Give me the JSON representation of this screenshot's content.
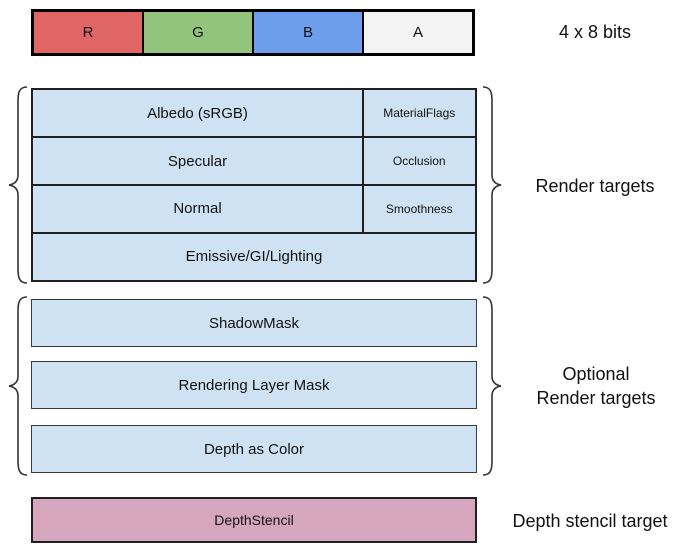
{
  "bit_bar": {
    "cells": [
      {
        "label": "R",
        "color": "#e06666"
      },
      {
        "label": "G",
        "color": "#93c47d"
      },
      {
        "label": "B",
        "color": "#6d9eeb"
      },
      {
        "label": "A",
        "color": "#f3f3f3"
      }
    ],
    "caption": "4 x 8 bits"
  },
  "render_targets": {
    "label": "Render targets",
    "cell_color": "#cfe2f3",
    "rows": [
      {
        "main": "Albedo (sRGB)",
        "alpha": "MaterialFlags"
      },
      {
        "main": "Specular",
        "alpha": "Occlusion"
      },
      {
        "main": "Normal",
        "alpha": "Smoothness"
      },
      {
        "main": "Emissive/GI/Lighting"
      }
    ]
  },
  "optional_targets": {
    "label_line1": "Optional",
    "label_line2": "Render targets",
    "cell_color": "#cfe2f3",
    "boxes": [
      "ShadowMask",
      "Rendering Layer Mask",
      "Depth as Color"
    ]
  },
  "depth_stencil": {
    "box_label": "DepthStencil",
    "color": "#d5a6bd",
    "side_label": "Depth stencil target"
  }
}
